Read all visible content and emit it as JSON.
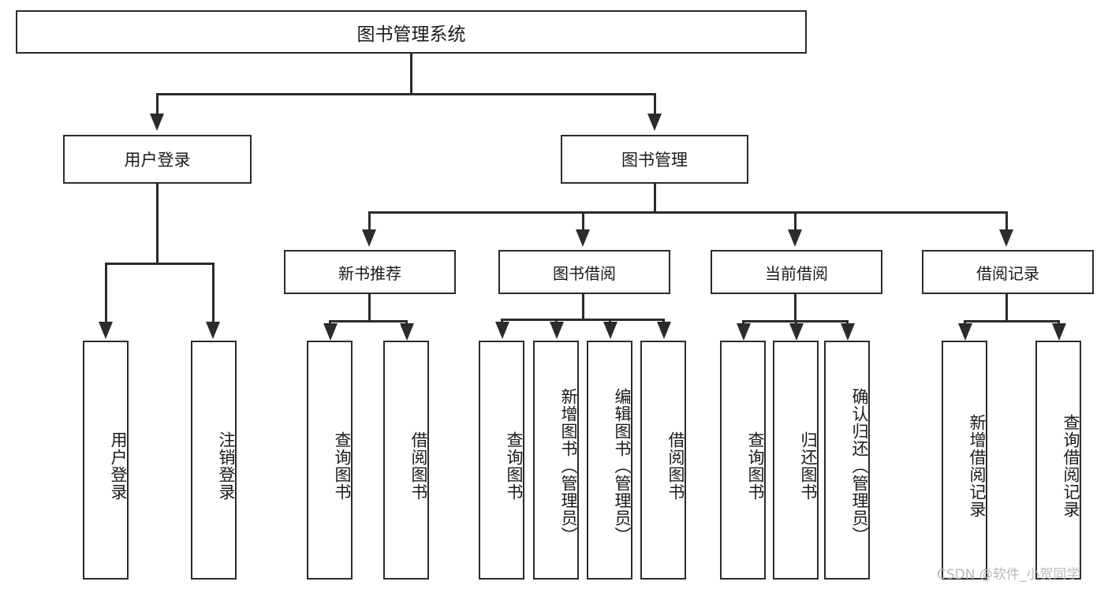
{
  "diagram": {
    "title": "图书管理系统",
    "type": "hierarchical-tree",
    "root": {
      "label": "图书管理系统"
    },
    "level2": [
      {
        "label": "用户登录"
      },
      {
        "label": "图书管理"
      }
    ],
    "level3": [
      {
        "label": "新书推荐"
      },
      {
        "label": "图书借阅"
      },
      {
        "label": "当前借阅"
      },
      {
        "label": "借阅记录"
      }
    ],
    "leaves": {
      "user_login": [
        {
          "label": "用户登录"
        },
        {
          "label": "注销登录"
        }
      ],
      "new_book_recommend": [
        {
          "label": "查询图书"
        },
        {
          "label": "借阅图书"
        }
      ],
      "book_borrow": [
        {
          "label": "查询图书"
        },
        {
          "label": "新增图书（管理员）"
        },
        {
          "label": "编辑图书（管理员）"
        },
        {
          "label": "借阅图书"
        }
      ],
      "current_borrow": [
        {
          "label": "查询图书"
        },
        {
          "label": "归还图书"
        },
        {
          "label": "确认归还（管理员）"
        }
      ],
      "borrow_record": [
        {
          "label": "新增借阅记录"
        },
        {
          "label": "查询借阅记录"
        }
      ]
    }
  },
  "watermark": {
    "text": "CSDN @软件_小贺同学"
  },
  "colors": {
    "stroke": "#2b2b2b",
    "background": "#ffffff",
    "text": "#1a1a1a",
    "watermark": "#b9b9b9"
  }
}
